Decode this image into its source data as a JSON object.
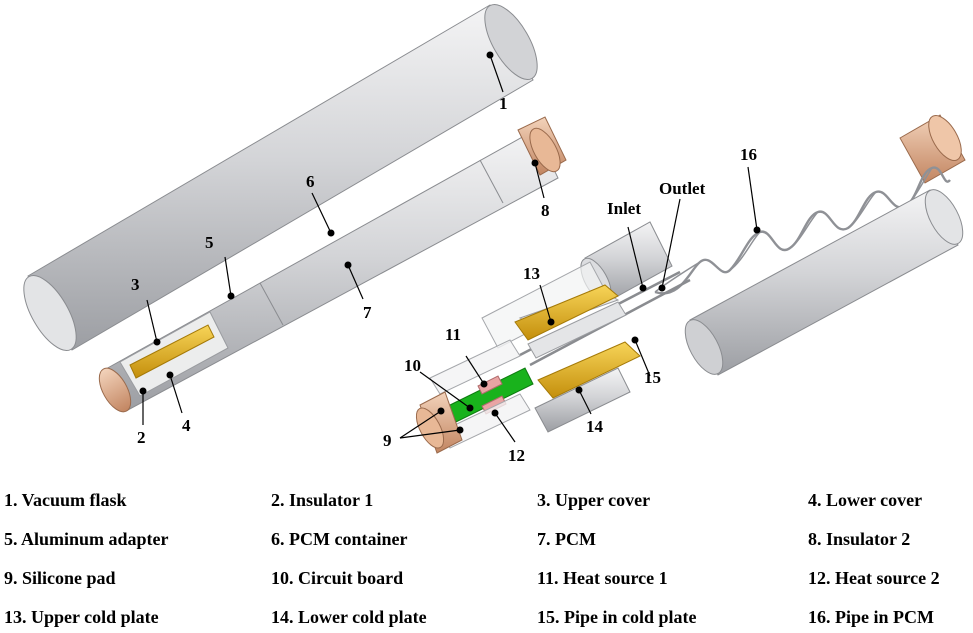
{
  "callouts": {
    "c1": "1",
    "c2": "2",
    "c3": "3",
    "c4": "4",
    "c5": "5",
    "c6": "6",
    "c7": "7",
    "c8": "8",
    "c9": "9",
    "c10": "10",
    "c11": "11",
    "c12": "12",
    "c13": "13",
    "c14": "14",
    "c15": "15",
    "c16": "16",
    "inlet": "Inlet",
    "outlet": "Outlet"
  },
  "legend": [
    "1. Vacuum flask",
    "2. Insulator 1",
    "3. Upper cover",
    "4. Lower cover",
    "5. Aluminum adapter",
    "6. PCM container",
    "7. PCM",
    "8. Insulator 2",
    "9. Silicone pad",
    "10. Circuit board",
    "11. Heat source 1",
    "12. Heat source 2",
    "13. Upper cold plate",
    "14. Lower cold plate",
    "15. Pipe in cold plate",
    "16. Pipe in PCM"
  ],
  "colors": {
    "tube": "#c9cbcf",
    "copper": "#d7a584",
    "gold": "#e2ae1c",
    "green": "#19b21c",
    "pink": "#e9a4a4",
    "line": "#555555"
  }
}
